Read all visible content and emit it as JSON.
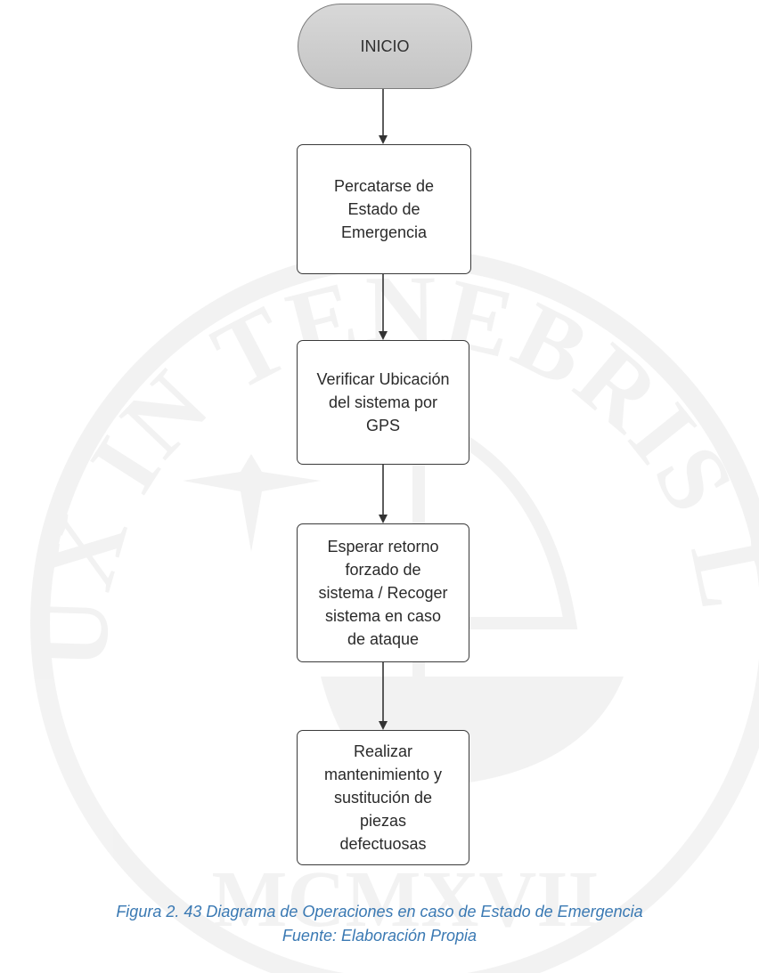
{
  "diagram": {
    "nodes": [
      {
        "id": "inicio",
        "label": "INICIO",
        "shape": "terminator"
      },
      {
        "id": "step1",
        "label": "Percatarse de\nEstado de\nEmergencia",
        "shape": "process"
      },
      {
        "id": "step2",
        "label": "Verificar Ubicación\ndel sistema por\nGPS",
        "shape": "process"
      },
      {
        "id": "step3",
        "label": "Esperar retorno\nforzado de\nsistema / Recoger\nsistema en caso\nde ataque",
        "shape": "process"
      },
      {
        "id": "step4",
        "label": "Realizar\nmantenimiento y\nsustitución de\npiezas\ndefectuosas",
        "shape": "process"
      }
    ],
    "edges": [
      {
        "from": "inicio",
        "to": "step1"
      },
      {
        "from": "step1",
        "to": "step2"
      },
      {
        "from": "step2",
        "to": "step3"
      },
      {
        "from": "step3",
        "to": "step4"
      }
    ]
  },
  "caption": {
    "line1": "Figura 2. 43 Diagrama de Operaciones en caso de Estado de Emergencia",
    "line2": "Fuente: Elaboración Propia",
    "color": "#3a79b3"
  },
  "watermark": {
    "text": "ET LUX IN TENEBRIS LUCET",
    "bottom_text": "MCMXVII"
  }
}
